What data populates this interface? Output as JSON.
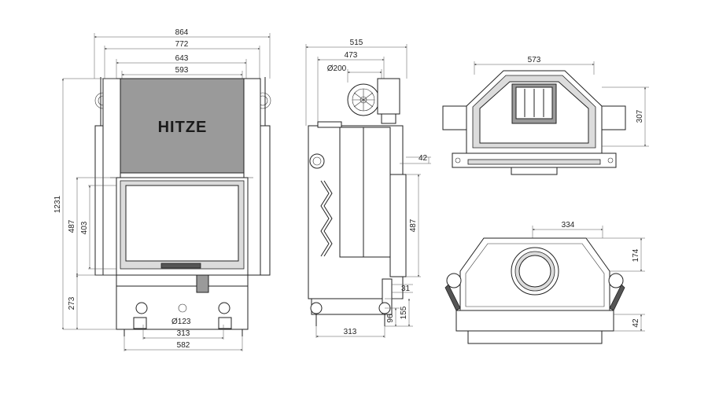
{
  "brand": "HITZE",
  "front_view": {
    "width_overall": "864",
    "width_outer": "772",
    "width_inner": "643",
    "width_top": "593",
    "height_total": "1231",
    "height_door": "487",
    "height_glass": "403",
    "height_legs": "273",
    "leg_width": "313",
    "base_width": "582",
    "flue_diameter": "Ø123"
  },
  "side_view": {
    "depth_overall": "515",
    "depth_body": "473",
    "flue_diameter": "Ø200",
    "offset_right": "42",
    "height_door": "487",
    "bottom_offset": "31",
    "leg_height": "155",
    "inlet_height": "96",
    "leg_depth": "313"
  },
  "top_view": {
    "width": "573",
    "depth": "307"
  },
  "bottom_view": {
    "width": "334",
    "depth": "174",
    "offset": "42"
  }
}
